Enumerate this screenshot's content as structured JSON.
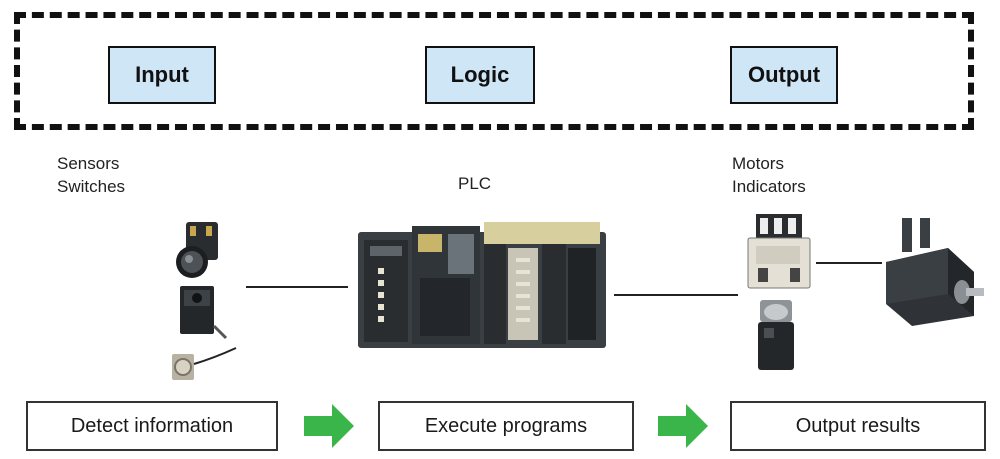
{
  "stages": {
    "input": "Input",
    "logic": "Logic",
    "output": "Output"
  },
  "labels": {
    "sensors": "Sensors",
    "switches": "Switches",
    "plc": "PLC",
    "motors": "Motors",
    "indicators": "Indicators"
  },
  "steps": {
    "detect": "Detect information",
    "execute": "Execute programs",
    "output": "Output results"
  },
  "colors": {
    "stage_fill": "#cfe6f7",
    "arrow_green": "#3ab54a",
    "device_dark": "#2a2d30",
    "plc_body": "#3a3f44"
  },
  "icons": [
    "push-button-switch-icon",
    "photoelectric-sensor-icon",
    "proximity-sensor-icon",
    "plc-rack-icon",
    "relay-icon",
    "indicator-lamp-icon",
    "servo-motor-icon",
    "right-arrow-icon"
  ]
}
